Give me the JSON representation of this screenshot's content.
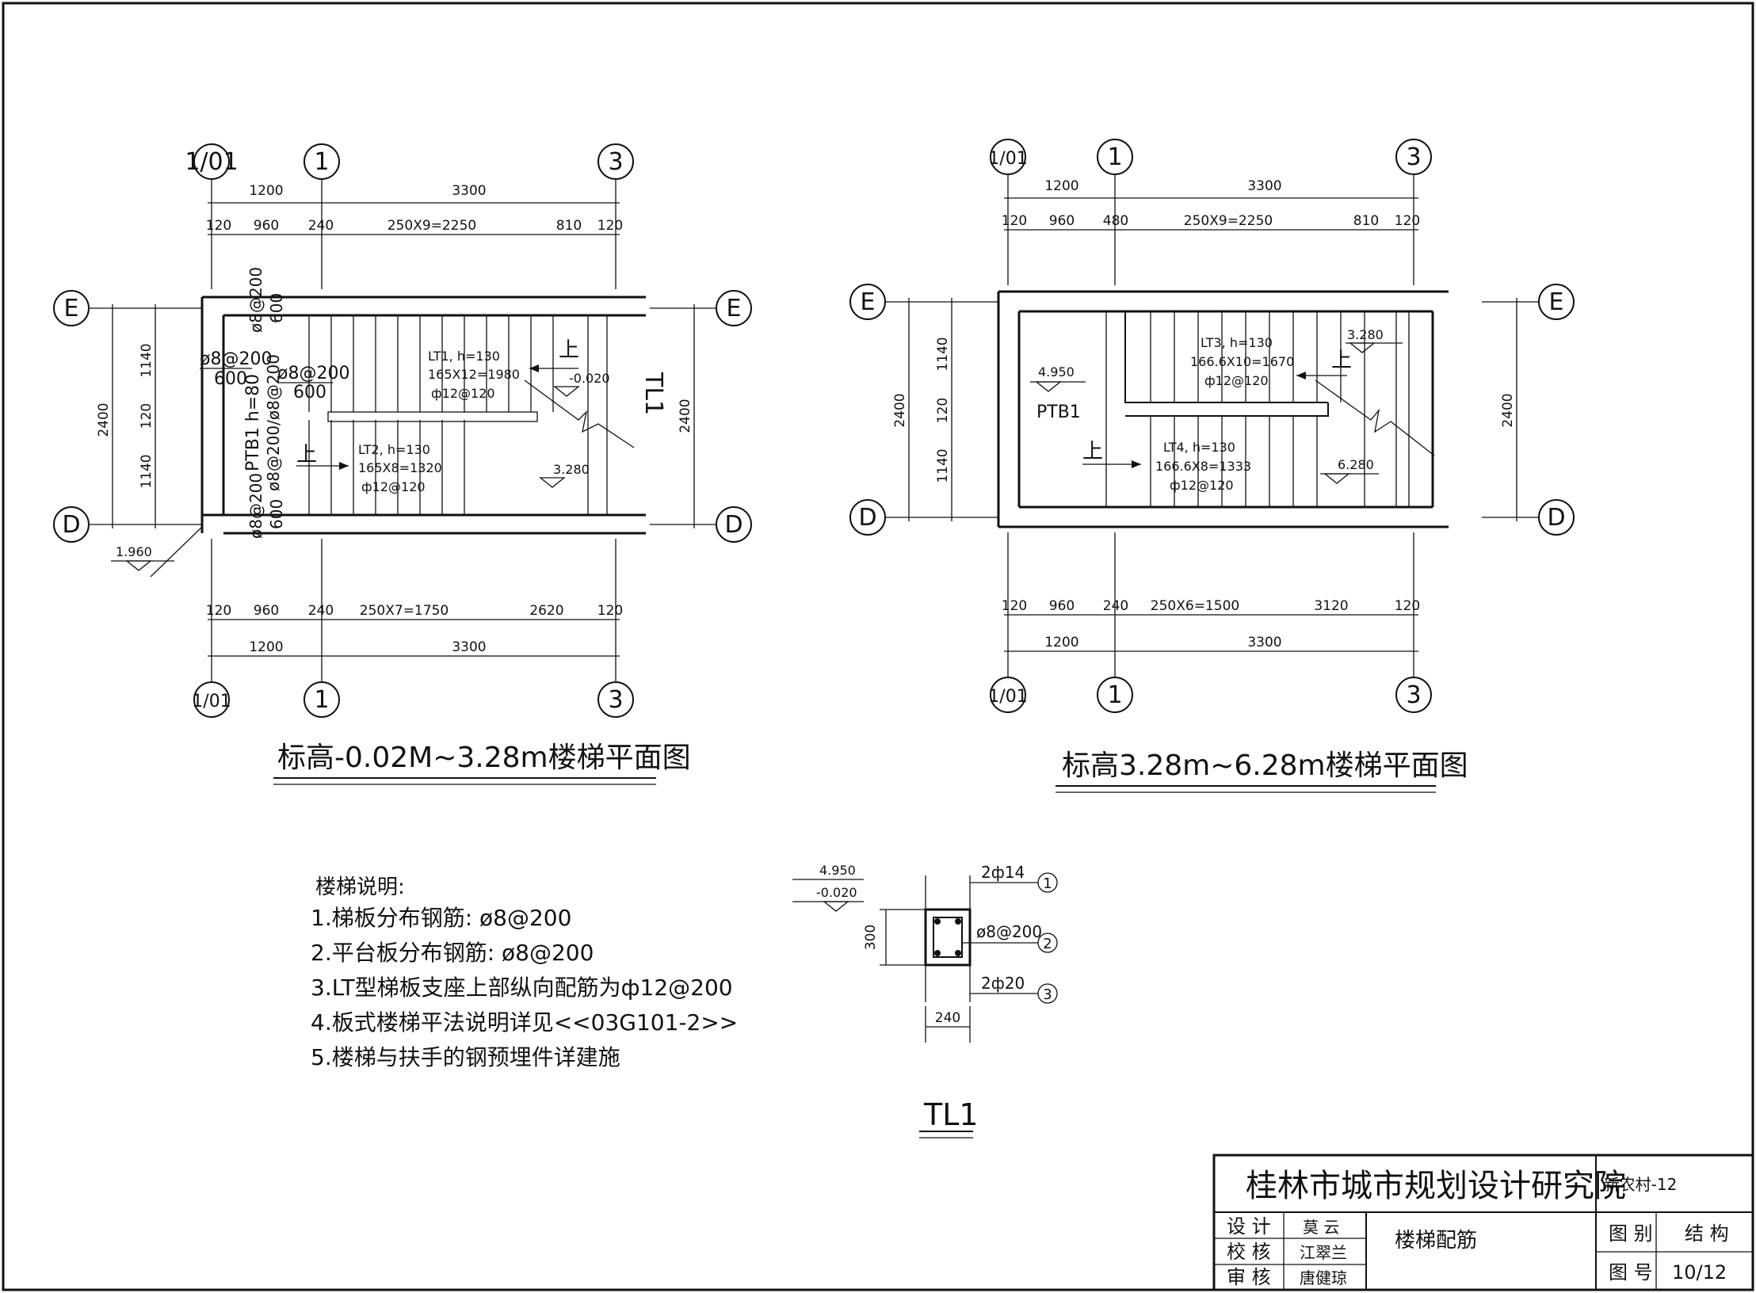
{
  "plans": [
    {
      "title": "标高-0.02M~3.28m楼梯平面图",
      "axes_top": [
        "1/01",
        "1",
        "3"
      ],
      "axes_bottom": [
        "1/01",
        "1",
        "3"
      ],
      "axes_side": [
        "E",
        "D"
      ],
      "dims_top_total": [
        "1200",
        "3300"
      ],
      "dims_top_detail": [
        "120",
        "960",
        "240",
        "250X9=2250",
        "810",
        "120"
      ],
      "dims_bottom_detail": [
        "120",
        "960",
        "240",
        "250X7=1750",
        "2620",
        "120"
      ],
      "dims_bottom_total": [
        "1200",
        "3300"
      ],
      "dims_left": [
        "2400",
        "1140",
        "120",
        "1140"
      ],
      "dims_right": [
        "2400"
      ],
      "labels": {
        "rebar_a": "ø8@200",
        "rebar_a_den": "600",
        "rebar_b": "ø8@200",
        "rebar_b_den": "600",
        "rebar_top": "ø8@200",
        "rebar_top_den": "600",
        "rebar_bot": "ø8@200",
        "rebar_bot_den": "600",
        "ptb": "PTB1 h=80",
        "ptb_rebar": "ø8@200/ø8@200",
        "lt1": [
          "LT1, h=130",
          "165X12=1980",
          "ф12@120"
        ],
        "lt2": [
          "LT2, h=130",
          "165X8=1320",
          "ф12@120"
        ],
        "up1": "上",
        "up2": "上",
        "elev_a": "-0.020",
        "elev_b": "3.280",
        "elev_c": "1.960",
        "tl": "TL1"
      }
    },
    {
      "title": "标高3.28m~6.28m楼梯平面图",
      "axes_top": [
        "1/01",
        "1",
        "3"
      ],
      "axes_bottom": [
        "1/01",
        "1",
        "3"
      ],
      "axes_side": [
        "E",
        "D"
      ],
      "dims_top_total": [
        "1200",
        "3300"
      ],
      "dims_top_detail": [
        "120",
        "960",
        "480",
        "250X9=2250",
        "810",
        "120"
      ],
      "dims_bottom_detail": [
        "120",
        "960",
        "240",
        "250X6=1500",
        "3120",
        "120"
      ],
      "dims_bottom_total": [
        "1200",
        "3300"
      ],
      "dims_left": [
        "2400",
        "1140",
        "120",
        "1140"
      ],
      "dims_right": [
        "2400"
      ],
      "labels": {
        "elev_ptb": "4.950",
        "ptb": "PTB1",
        "lt3": [
          "LT3, h=130",
          "166.6X10=1670",
          "ф12@120"
        ],
        "lt4": [
          "LT4, h=130",
          "166.6X8=1333",
          "ф12@120"
        ],
        "up1": "上",
        "up2": "上",
        "elev_a": "3.280",
        "elev_b": "6.280"
      }
    }
  ],
  "notes": {
    "heading": "楼梯说明:",
    "items": [
      "1.梯板分布钢筋: ø8@200",
      "2.平台板分布钢筋: ø8@200",
      "3.LT型梯板支座上部纵向配筋为ф12@200",
      "4.板式楼梯平法说明详见<<03G101-2>>",
      "5.楼梯与扶手的钢预埋件详建施"
    ]
  },
  "section": {
    "title": "TL1",
    "elev_top": "4.950",
    "elev_bottom": "-0.020",
    "height": "300",
    "width": "240",
    "bar_top": "2ф14",
    "stirrup": "ø8@200",
    "bar_bottom": "2ф20",
    "callouts": [
      "1",
      "2",
      "3"
    ]
  },
  "title_block": {
    "institute": "桂林市城市规划设计研究院",
    "project": "新农村-12",
    "roles": [
      {
        "role": "设 计",
        "name": "莫 云"
      },
      {
        "role": "校 核",
        "name": "江翠兰"
      },
      {
        "role": "审 核",
        "name": "唐健琼"
      }
    ],
    "drawing_name": "楼梯配筋",
    "category_label": "图 别",
    "category_value": "结 构",
    "number_label": "图 号",
    "number_value": "10/12"
  }
}
